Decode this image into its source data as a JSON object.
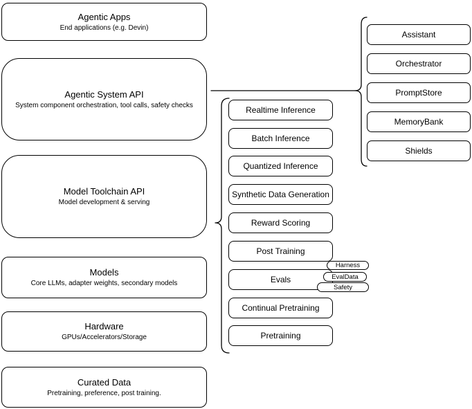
{
  "stack": {
    "boxes": [
      {
        "title": "Agentic Apps",
        "subtitle": "End applications (e.g. Devin)"
      },
      {
        "title": "Agentic System API",
        "subtitle": "System component orchestration, tool calls, safety checks"
      },
      {
        "title": "Model Toolchain API",
        "subtitle": "Model development & serving"
      },
      {
        "title": "Models",
        "subtitle": "Core LLMs, adapter weights, secondary models"
      },
      {
        "title": "Hardware",
        "subtitle": "GPUs/Accelerators/Storage"
      },
      {
        "title": "Curated Data",
        "subtitle": "Pretraining, preference, post training."
      }
    ]
  },
  "toolchain": {
    "items": [
      "Realtime Inference",
      "Batch Inference",
      "Quantized Inference",
      "Synthetic Data Generation",
      "Reward Scoring",
      "Post Training",
      "Evals",
      "Continual Pretraining",
      "Pretraining"
    ],
    "evals_tags": [
      "Harness",
      "EvalData",
      "Safety"
    ]
  },
  "system_components": {
    "items": [
      "Assistant",
      "Orchestrator",
      "PromptStore",
      "MemoryBank",
      "Shields"
    ]
  },
  "colors": {
    "stroke": "#000000",
    "fill": "#ffffff",
    "text": "#000000"
  }
}
